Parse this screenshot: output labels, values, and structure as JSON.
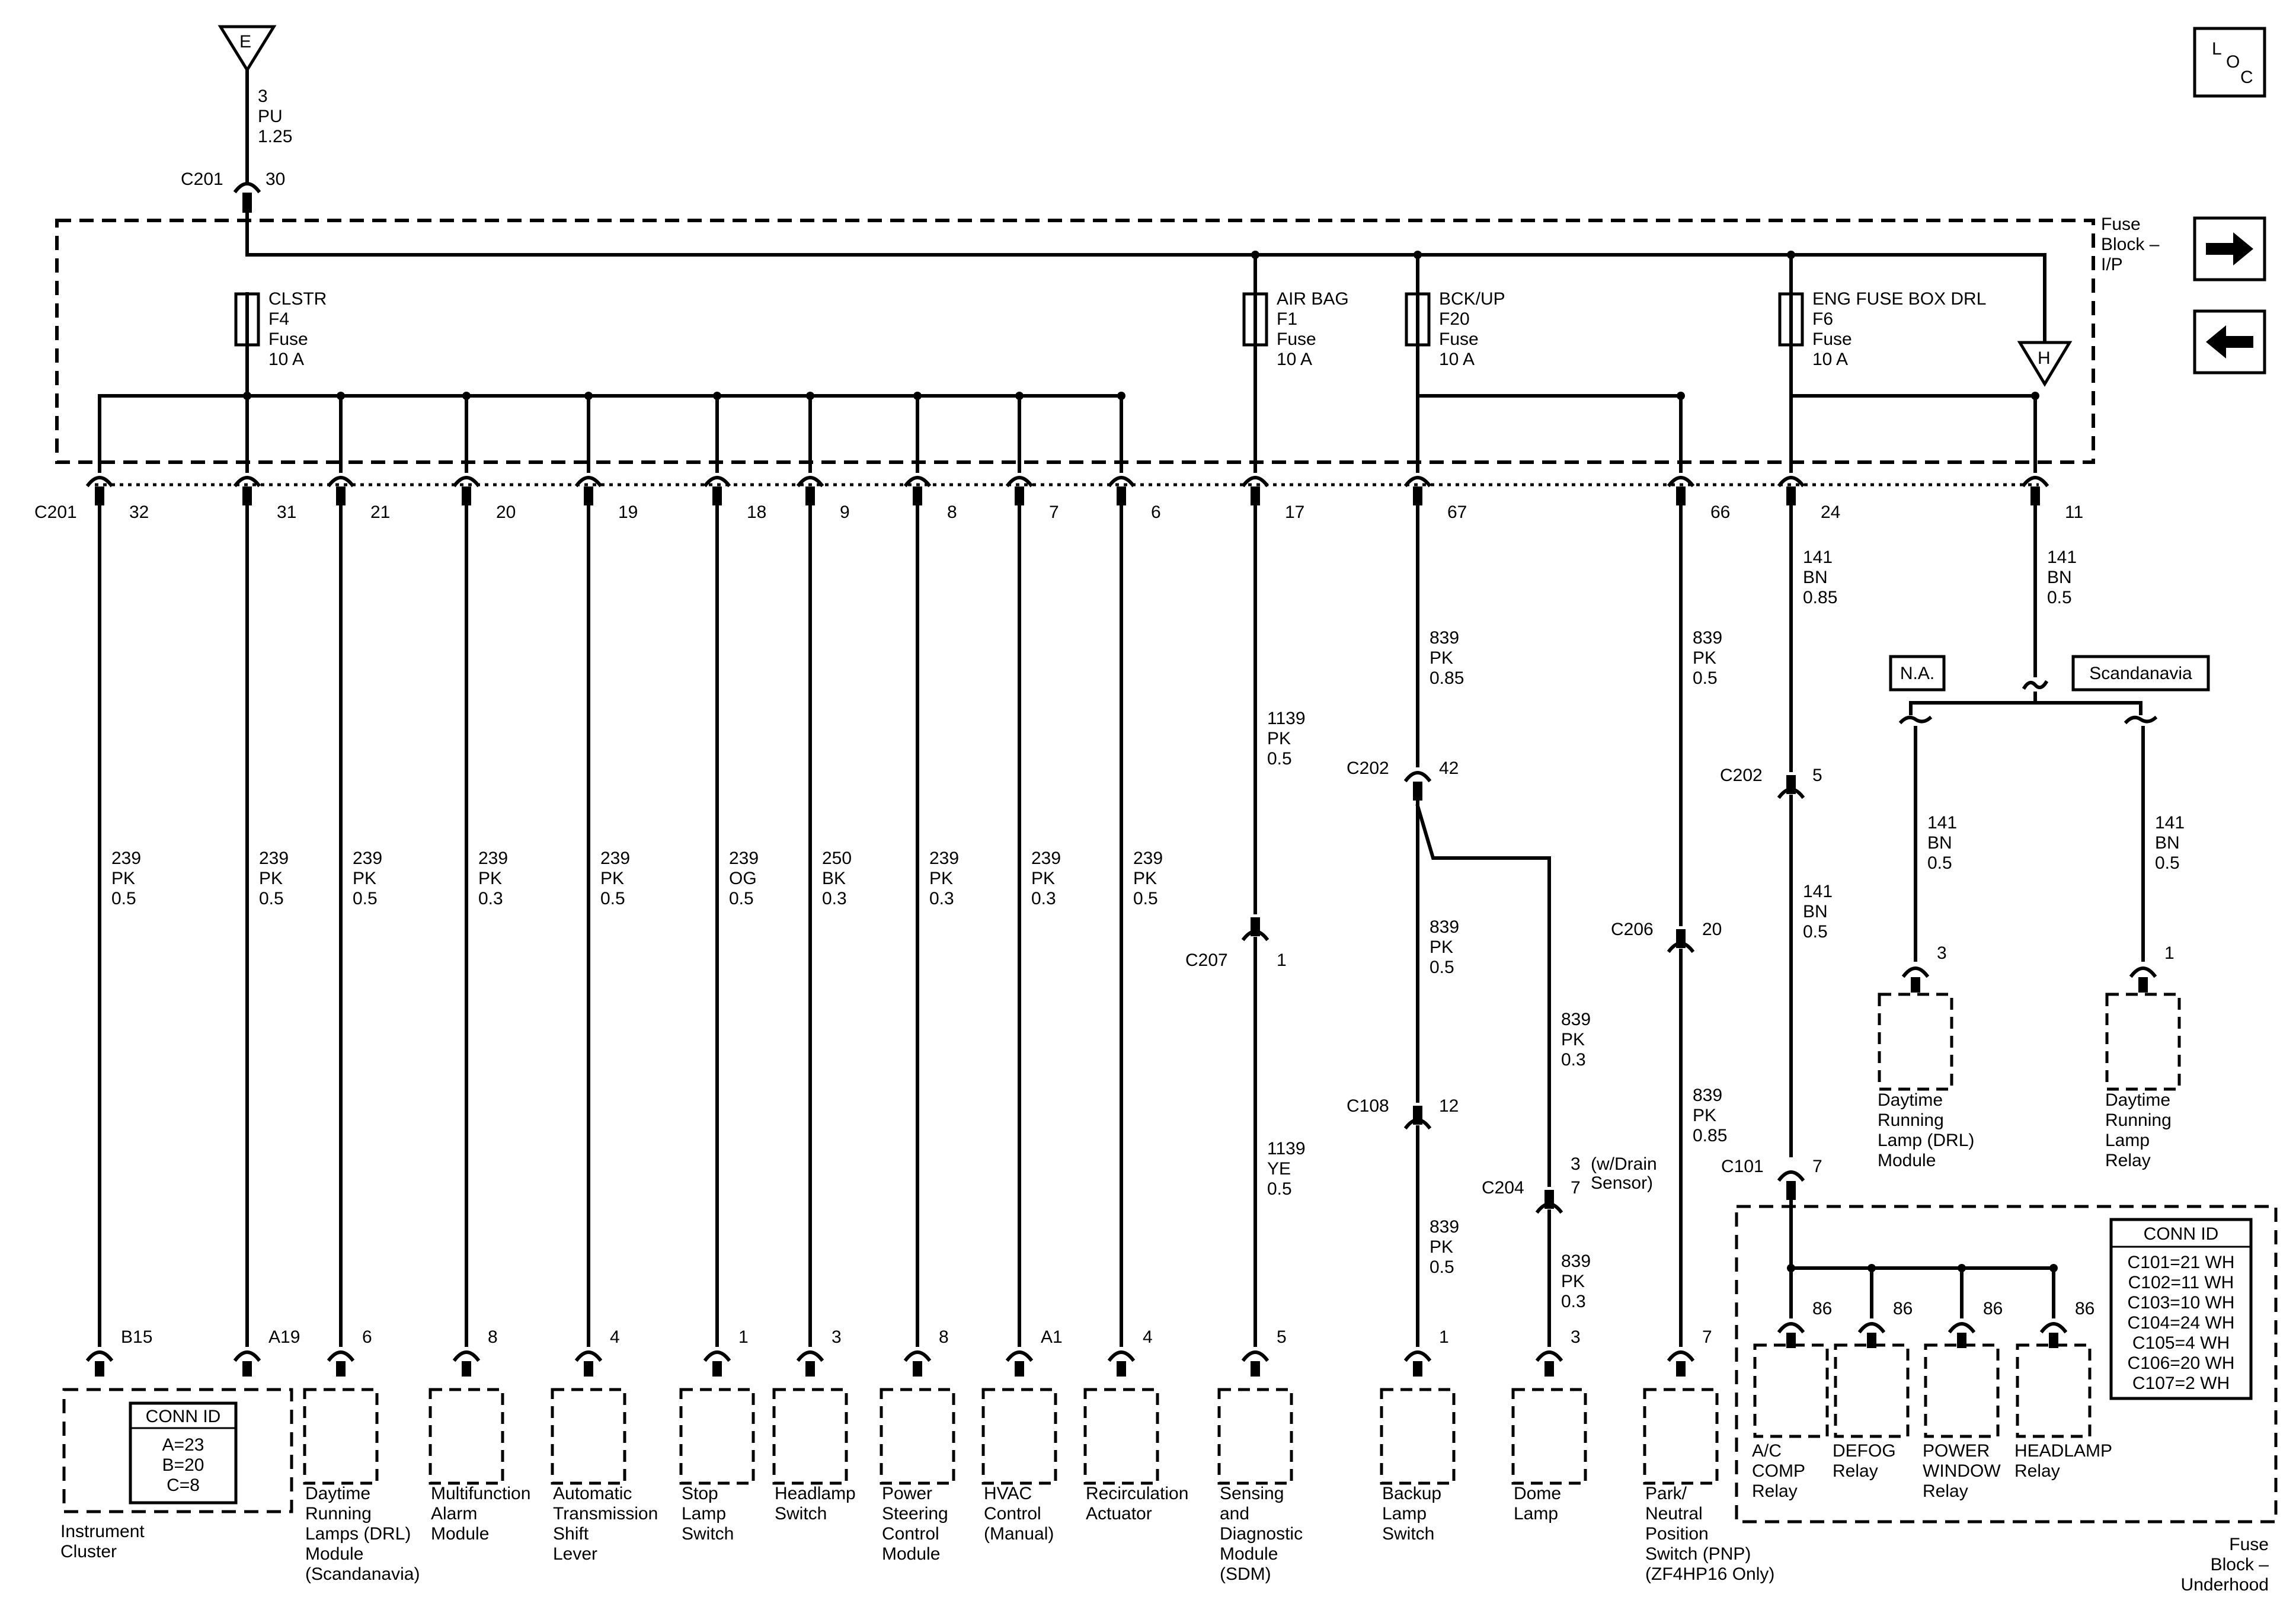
{
  "loc": {
    "l": "L",
    "o": "O",
    "c": "C"
  },
  "source": {
    "terminal": "E",
    "circuit": "3",
    "color": "PU",
    "size": "1.25",
    "connector": "C201",
    "pin": "30"
  },
  "fuse_block_ip": {
    "label": "Fuse Block – I/P",
    "connector": "C201",
    "ref": "H"
  },
  "fuses": [
    {
      "name": "CLSTR",
      "id": "F4",
      "type": "Fuse",
      "amps": "10 A"
    },
    {
      "name": "AIR BAG",
      "id": "F1",
      "type": "Fuse",
      "amps": "10 A"
    },
    {
      "name": "BCK/UP",
      "id": "F20",
      "type": "Fuse",
      "amps": "10 A"
    },
    {
      "name": "ENG FUSE BOX DRL",
      "id": "F6",
      "type": "Fuse",
      "amps": "10 A"
    }
  ],
  "pins": [
    "32",
    "31",
    "21",
    "20",
    "19",
    "18",
    "9",
    "8",
    "7",
    "6",
    "17",
    "67",
    "66",
    "24",
    "11"
  ],
  "wires": [
    {
      "circuit": "239",
      "color": "PK",
      "size": "0.5"
    },
    {
      "circuit": "239",
      "color": "PK",
      "size": "0.5"
    },
    {
      "circuit": "239",
      "color": "PK",
      "size": "0.5"
    },
    {
      "circuit": "239",
      "color": "PK",
      "size": "0.3"
    },
    {
      "circuit": "239",
      "color": "PK",
      "size": "0.5"
    },
    {
      "circuit": "239",
      "color": "OG",
      "size": "0.5"
    },
    {
      "circuit": "250",
      "color": "BK",
      "size": "0.3"
    },
    {
      "circuit": "239",
      "color": "PK",
      "size": "0.3"
    },
    {
      "circuit": "239",
      "color": "PK",
      "size": "0.3"
    },
    {
      "circuit": "239",
      "color": "PK",
      "size": "0.5"
    }
  ],
  "components": [
    {
      "pin": "B15",
      "lines": [
        "Instrument",
        "Cluster"
      ]
    },
    {
      "pin": "A19",
      "lines": []
    },
    {
      "pin": "6",
      "lines": [
        "Daytime",
        "Running",
        "Lamps (DRL)",
        "Module",
        "(Scandanavia)"
      ]
    },
    {
      "pin": "8",
      "lines": [
        "Multifunction",
        "Alarm",
        "Module"
      ]
    },
    {
      "pin": "4",
      "lines": [
        "Automatic",
        "Transmission",
        "Shift",
        "Lever"
      ]
    },
    {
      "pin": "1",
      "lines": [
        "Stop",
        "Lamp",
        "Switch"
      ]
    },
    {
      "pin": "3",
      "lines": [
        "Headlamp",
        "Switch"
      ]
    },
    {
      "pin": "8",
      "lines": [
        "Power",
        "Steering",
        "Control",
        "Module"
      ]
    },
    {
      "pin": "A1",
      "lines": [
        "HVAC",
        "Control",
        "(Manual)"
      ]
    },
    {
      "pin": "4",
      "lines": [
        "Recirculation",
        "Actuator"
      ]
    }
  ],
  "cluster_conn_id": {
    "title": "CONN ID",
    "lines": [
      "A=23",
      "B=20",
      "C=8"
    ]
  },
  "sdm_branch": {
    "wire1": {
      "circuit": "1139",
      "color": "PK",
      "size": "0.5"
    },
    "conn": "C207",
    "conn_pin": "1",
    "wire2": {
      "circuit": "1139",
      "color": "YE",
      "size": "0.5"
    },
    "pin": "5",
    "lines": [
      "Sensing",
      "and",
      "Diagnostic",
      "Module",
      "(SDM)"
    ]
  },
  "backup_branch": {
    "wire1": {
      "circuit": "839",
      "color": "PK",
      "size": "0.85"
    },
    "c202": "C202",
    "c202_pin": "42",
    "wire2": {
      "circuit": "839",
      "color": "PK",
      "size": "0.5"
    },
    "c108": "C108",
    "c108_pin": "12",
    "wire3": {
      "circuit": "839",
      "color": "PK",
      "size": "0.5"
    },
    "pin": "1",
    "lines": [
      "Backup",
      "Lamp",
      "Switch"
    ],
    "dome_wire1": {
      "circuit": "839",
      "color": "PK",
      "size": "0.3"
    },
    "c204": "C204",
    "c204_pin_a": "3",
    "c204_pin_b": "7",
    "c204_note": [
      "(w/Drain",
      "Sensor)"
    ],
    "dome_wire2": {
      "circuit": "839",
      "color": "PK",
      "size": "0.3"
    },
    "dome_pin": "3",
    "dome_lines": [
      "Dome",
      "Lamp"
    ]
  },
  "pnp_branch": {
    "wire1": {
      "circuit": "839",
      "color": "PK",
      "size": "0.5"
    },
    "conn": "C206",
    "conn_pin": "20",
    "wire2": {
      "circuit": "839",
      "color": "PK",
      "size": "0.85"
    },
    "pin": "7",
    "lines": [
      "Park/",
      "Neutral",
      "Position",
      "Switch (PNP)",
      "(ZF4HP16 Only)"
    ]
  },
  "drl24_branch": {
    "wire1": {
      "circuit": "141",
      "color": "BN",
      "size": "0.85"
    },
    "c202": "C202",
    "c202_pin": "5",
    "wire2": {
      "circuit": "141",
      "color": "BN",
      "size": "0.5"
    },
    "c101": "C101",
    "c101_pin": "7"
  },
  "underhood": {
    "label": [
      "Fuse",
      "Block –",
      "Underhood"
    ],
    "relays": [
      {
        "pin": "86",
        "lines": [
          "A/C",
          "COMP",
          "Relay"
        ]
      },
      {
        "pin": "86",
        "lines": [
          "DEFOG",
          "Relay"
        ]
      },
      {
        "pin": "86",
        "lines": [
          "POWER",
          "WINDOW",
          "Relay"
        ]
      },
      {
        "pin": "86",
        "lines": [
          "HEADLAMP",
          "Relay"
        ]
      }
    ],
    "conn_id": {
      "title": "CONN ID",
      "lines": [
        "C101=21 WH",
        "C102=11 WH",
        "C103=10 WH",
        "C104=24 WH",
        "C105=4 WH",
        "C106=20 WH",
        "C107=2 WH"
      ]
    }
  },
  "drl11_branch": {
    "wire1": {
      "circuit": "141",
      "color": "BN",
      "size": "0.5"
    },
    "options": [
      "N.A.",
      "Scandanavia"
    ],
    "left": {
      "circuit": "141",
      "color": "BN",
      "size": "0.5",
      "pin": "3",
      "lines": [
        "Daytime",
        "Running",
        "Lamp (DRL)",
        "Module"
      ]
    },
    "right": {
      "circuit": "141",
      "color": "BN",
      "size": "0.5",
      "pin": "1",
      "lines": [
        "Daytime",
        "Running",
        "Lamp",
        "Relay"
      ]
    }
  },
  "nav": {
    "forward": "forward-arrow",
    "back": "back-arrow"
  }
}
